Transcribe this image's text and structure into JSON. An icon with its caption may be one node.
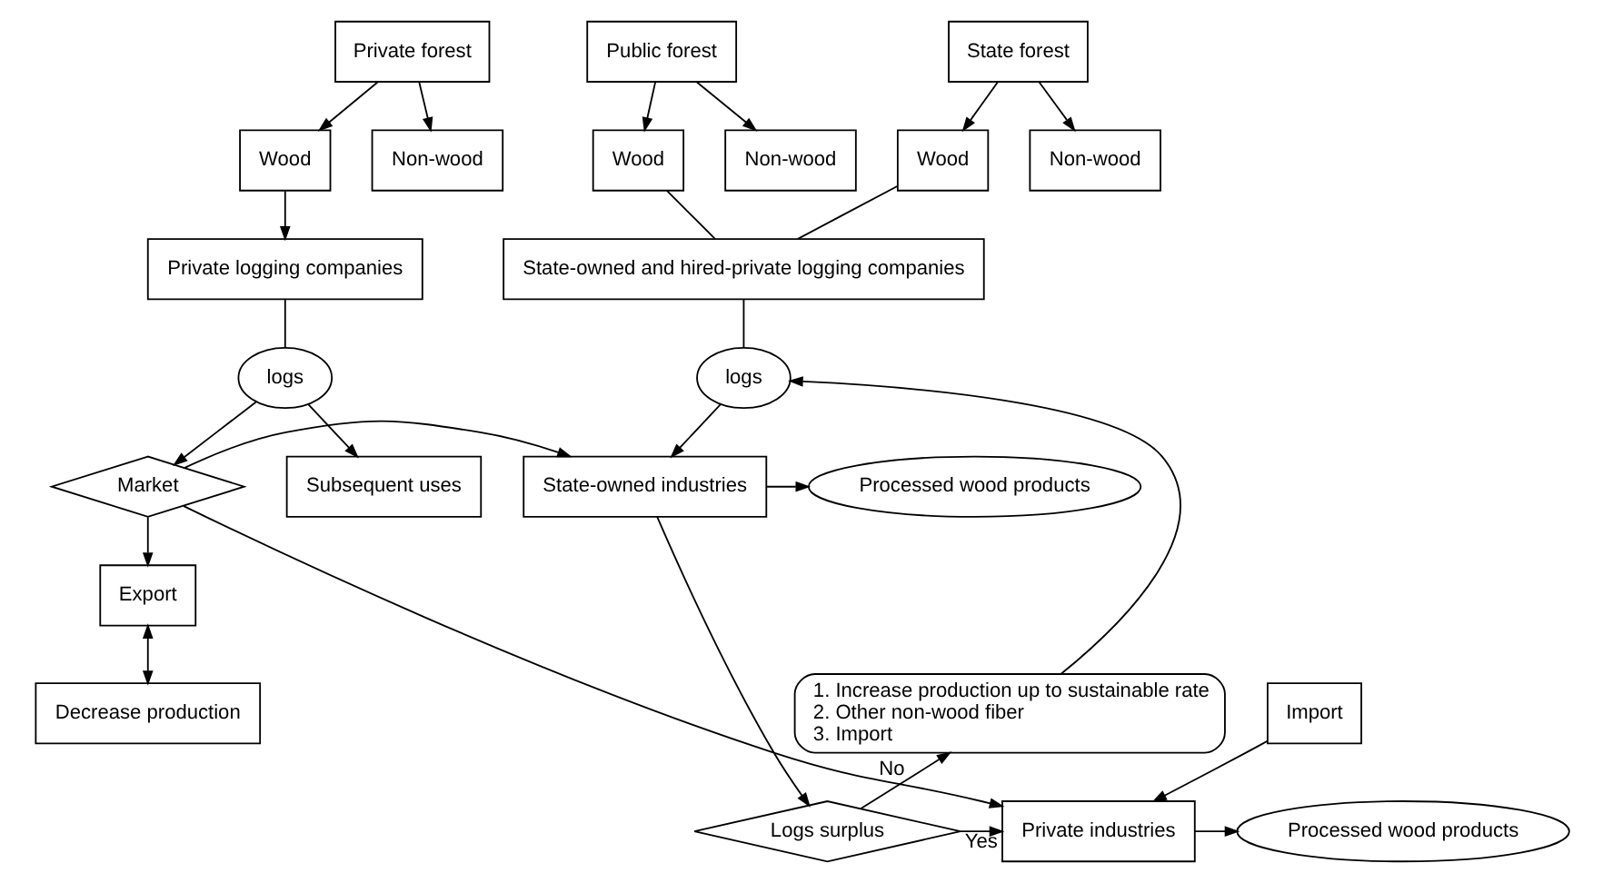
{
  "diagram": {
    "nodes": [
      {
        "text": [
          "Private forest"
        ]
      },
      {
        "text": [
          "Public forest"
        ]
      },
      {
        "text": [
          "State forest"
        ]
      },
      {
        "text": [
          "Wood"
        ]
      },
      {
        "text": [
          "Non-wood"
        ]
      },
      {
        "text": [
          "Wood"
        ]
      },
      {
        "text": [
          "Non-wood"
        ]
      },
      {
        "text": [
          "Wood"
        ]
      },
      {
        "text": [
          "Non-wood"
        ]
      },
      {
        "text": [
          "Private logging companies"
        ]
      },
      {
        "text": [
          "State-owned and hired-private logging companies"
        ]
      },
      {
        "text": [
          "logs"
        ]
      },
      {
        "text": [
          "logs"
        ]
      },
      {
        "text": [
          "Subsequent uses"
        ]
      },
      {
        "text": [
          "Market"
        ]
      },
      {
        "text": [
          "State-owned industries"
        ]
      },
      {
        "text": [
          "Processed wood products"
        ]
      },
      {
        "text": [
          "Export"
        ]
      },
      {
        "text": [
          "Processed wood products"
        ]
      },
      {
        "text": [
          "Private industries"
        ]
      },
      {
        "text": [
          "Logs surplus"
        ]
      },
      {
        "text": [
          "Decrease production"
        ]
      },
      {
        "text": [
          "Import"
        ]
      },
      {
        "text": [
          "1. Increase production up to sustainable rate",
          "2. Other non-wood fiber",
          "3. Import"
        ]
      }
    ],
    "edges": [
      {
        "from": 0,
        "to": 3,
        "arrow": "to"
      },
      {
        "from": 0,
        "to": 4,
        "arrow": "to"
      },
      {
        "from": 1,
        "to": 5,
        "arrow": "to"
      },
      {
        "from": 1,
        "to": 6,
        "arrow": "to"
      },
      {
        "from": 2,
        "to": 7,
        "arrow": "to"
      },
      {
        "from": 2,
        "to": 8,
        "arrow": "to"
      },
      {
        "from": 3,
        "to": 9,
        "arrow": "to"
      },
      {
        "from": 5,
        "to": 10,
        "arrow": "none"
      },
      {
        "from": 7,
        "to": 10,
        "arrow": "none"
      },
      {
        "from": 9,
        "to": 11,
        "arrow": "none"
      },
      {
        "from": 10,
        "to": 12,
        "arrow": "none"
      },
      {
        "from": 11,
        "to": 13,
        "arrow": "to"
      },
      {
        "from": 11,
        "to": 14,
        "arrow": "to"
      },
      {
        "from": 14,
        "to": 15,
        "arrow": "to"
      },
      {
        "from": 14,
        "to": 17,
        "arrow": "to"
      },
      {
        "from": 14,
        "to": 19,
        "arrow": "to"
      },
      {
        "from": 12,
        "to": 15,
        "arrow": "to"
      },
      {
        "from": 15,
        "to": 16,
        "arrow": "to"
      },
      {
        "from": 15,
        "to": 20,
        "arrow": "to"
      },
      {
        "from": 20,
        "to": 19,
        "arrow": "to",
        "label": "Yes"
      },
      {
        "from": 20,
        "to": 23,
        "arrow": "to",
        "label": "No"
      },
      {
        "from": 17,
        "to": 21,
        "arrow": "both"
      },
      {
        "from": 19,
        "to": 18,
        "arrow": "to"
      },
      {
        "from": 22,
        "to": 19,
        "arrow": "to"
      },
      {
        "from": 23,
        "to": 12,
        "arrow": "to"
      }
    ]
  }
}
